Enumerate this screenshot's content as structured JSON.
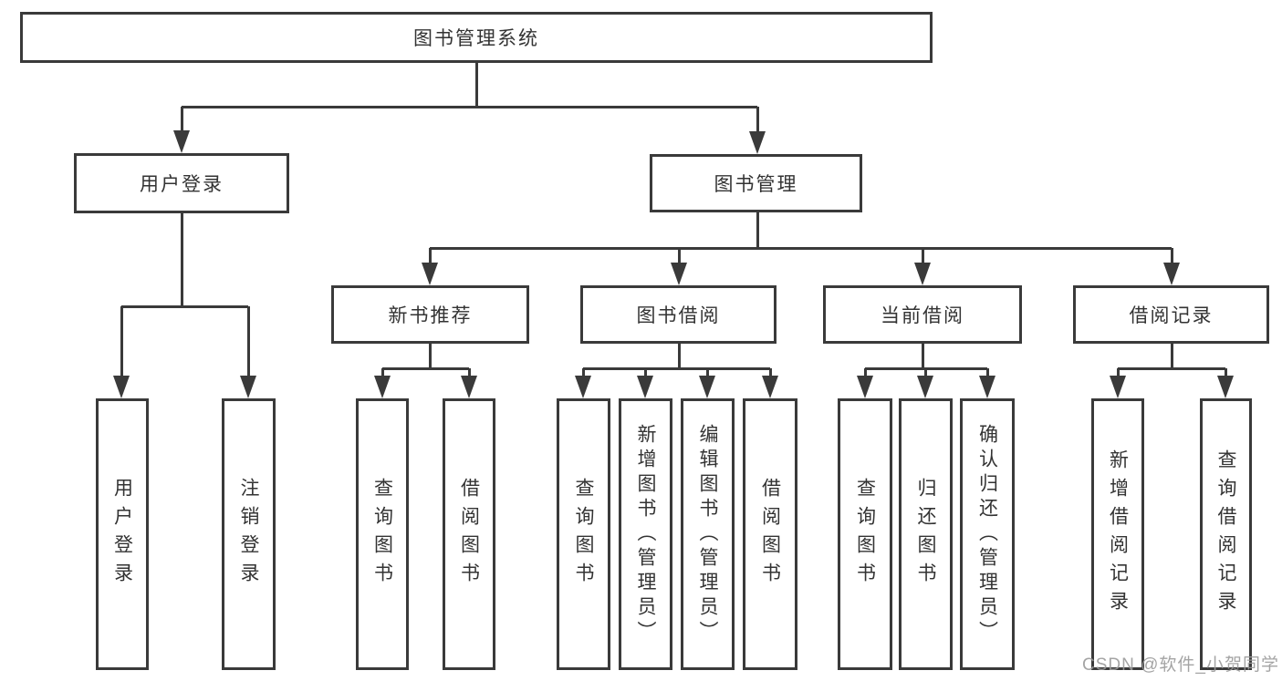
{
  "diagram": {
    "nodes": [
      {
        "id": "root",
        "label": "图书管理系统",
        "parent": null,
        "orientation": "horizontal"
      },
      {
        "id": "user-login",
        "label": "用户登录",
        "parent": "root",
        "orientation": "horizontal"
      },
      {
        "id": "book-mgmt",
        "label": "图书管理",
        "parent": "root",
        "orientation": "horizontal"
      },
      {
        "id": "new-book-rec",
        "label": "新书推荐",
        "parent": "book-mgmt",
        "orientation": "horizontal"
      },
      {
        "id": "book-borrow",
        "label": "图书借阅",
        "parent": "book-mgmt",
        "orientation": "horizontal"
      },
      {
        "id": "current-borrow",
        "label": "当前借阅",
        "parent": "book-mgmt",
        "orientation": "horizontal"
      },
      {
        "id": "borrow-record",
        "label": "借阅记录",
        "parent": "book-mgmt",
        "orientation": "horizontal"
      },
      {
        "id": "leaf-user-login",
        "label": "用户登录",
        "parent": "user-login",
        "orientation": "vertical"
      },
      {
        "id": "leaf-logout",
        "label": "注销登录",
        "parent": "user-login",
        "orientation": "vertical"
      },
      {
        "id": "leaf-query-book-1",
        "label": "查询图书",
        "parent": "new-book-rec",
        "orientation": "vertical"
      },
      {
        "id": "leaf-borrow-book-1",
        "label": "借阅图书",
        "parent": "new-book-rec",
        "orientation": "vertical"
      },
      {
        "id": "leaf-query-book-2",
        "label": "查询图书",
        "parent": "book-borrow",
        "orientation": "vertical"
      },
      {
        "id": "leaf-add-book",
        "label": "新增图书（管理员）",
        "parent": "book-borrow",
        "orientation": "vertical"
      },
      {
        "id": "leaf-edit-book",
        "label": "编辑图书（管理员）",
        "parent": "book-borrow",
        "orientation": "vertical"
      },
      {
        "id": "leaf-borrow-book-2",
        "label": "借阅图书",
        "parent": "book-borrow",
        "orientation": "vertical"
      },
      {
        "id": "leaf-query-book-3",
        "label": "查询图书",
        "parent": "current-borrow",
        "orientation": "vertical"
      },
      {
        "id": "leaf-return-book",
        "label": "归还图书",
        "parent": "current-borrow",
        "orientation": "vertical"
      },
      {
        "id": "leaf-confirm-return",
        "label": "确认归还（管理员）",
        "parent": "current-borrow",
        "orientation": "vertical"
      },
      {
        "id": "leaf-add-borrow-record",
        "label": "新增借阅记录",
        "parent": "borrow-record",
        "orientation": "vertical"
      },
      {
        "id": "leaf-query-borrow-record",
        "label": "查询借阅记录",
        "parent": "borrow-record",
        "orientation": "vertical"
      }
    ],
    "watermark": "CSDN @软件_小贺同学",
    "colors": {
      "line": "#3a3a3a",
      "text": "#333333",
      "background": "#ffffff",
      "watermark": "#9b9b9b"
    }
  }
}
